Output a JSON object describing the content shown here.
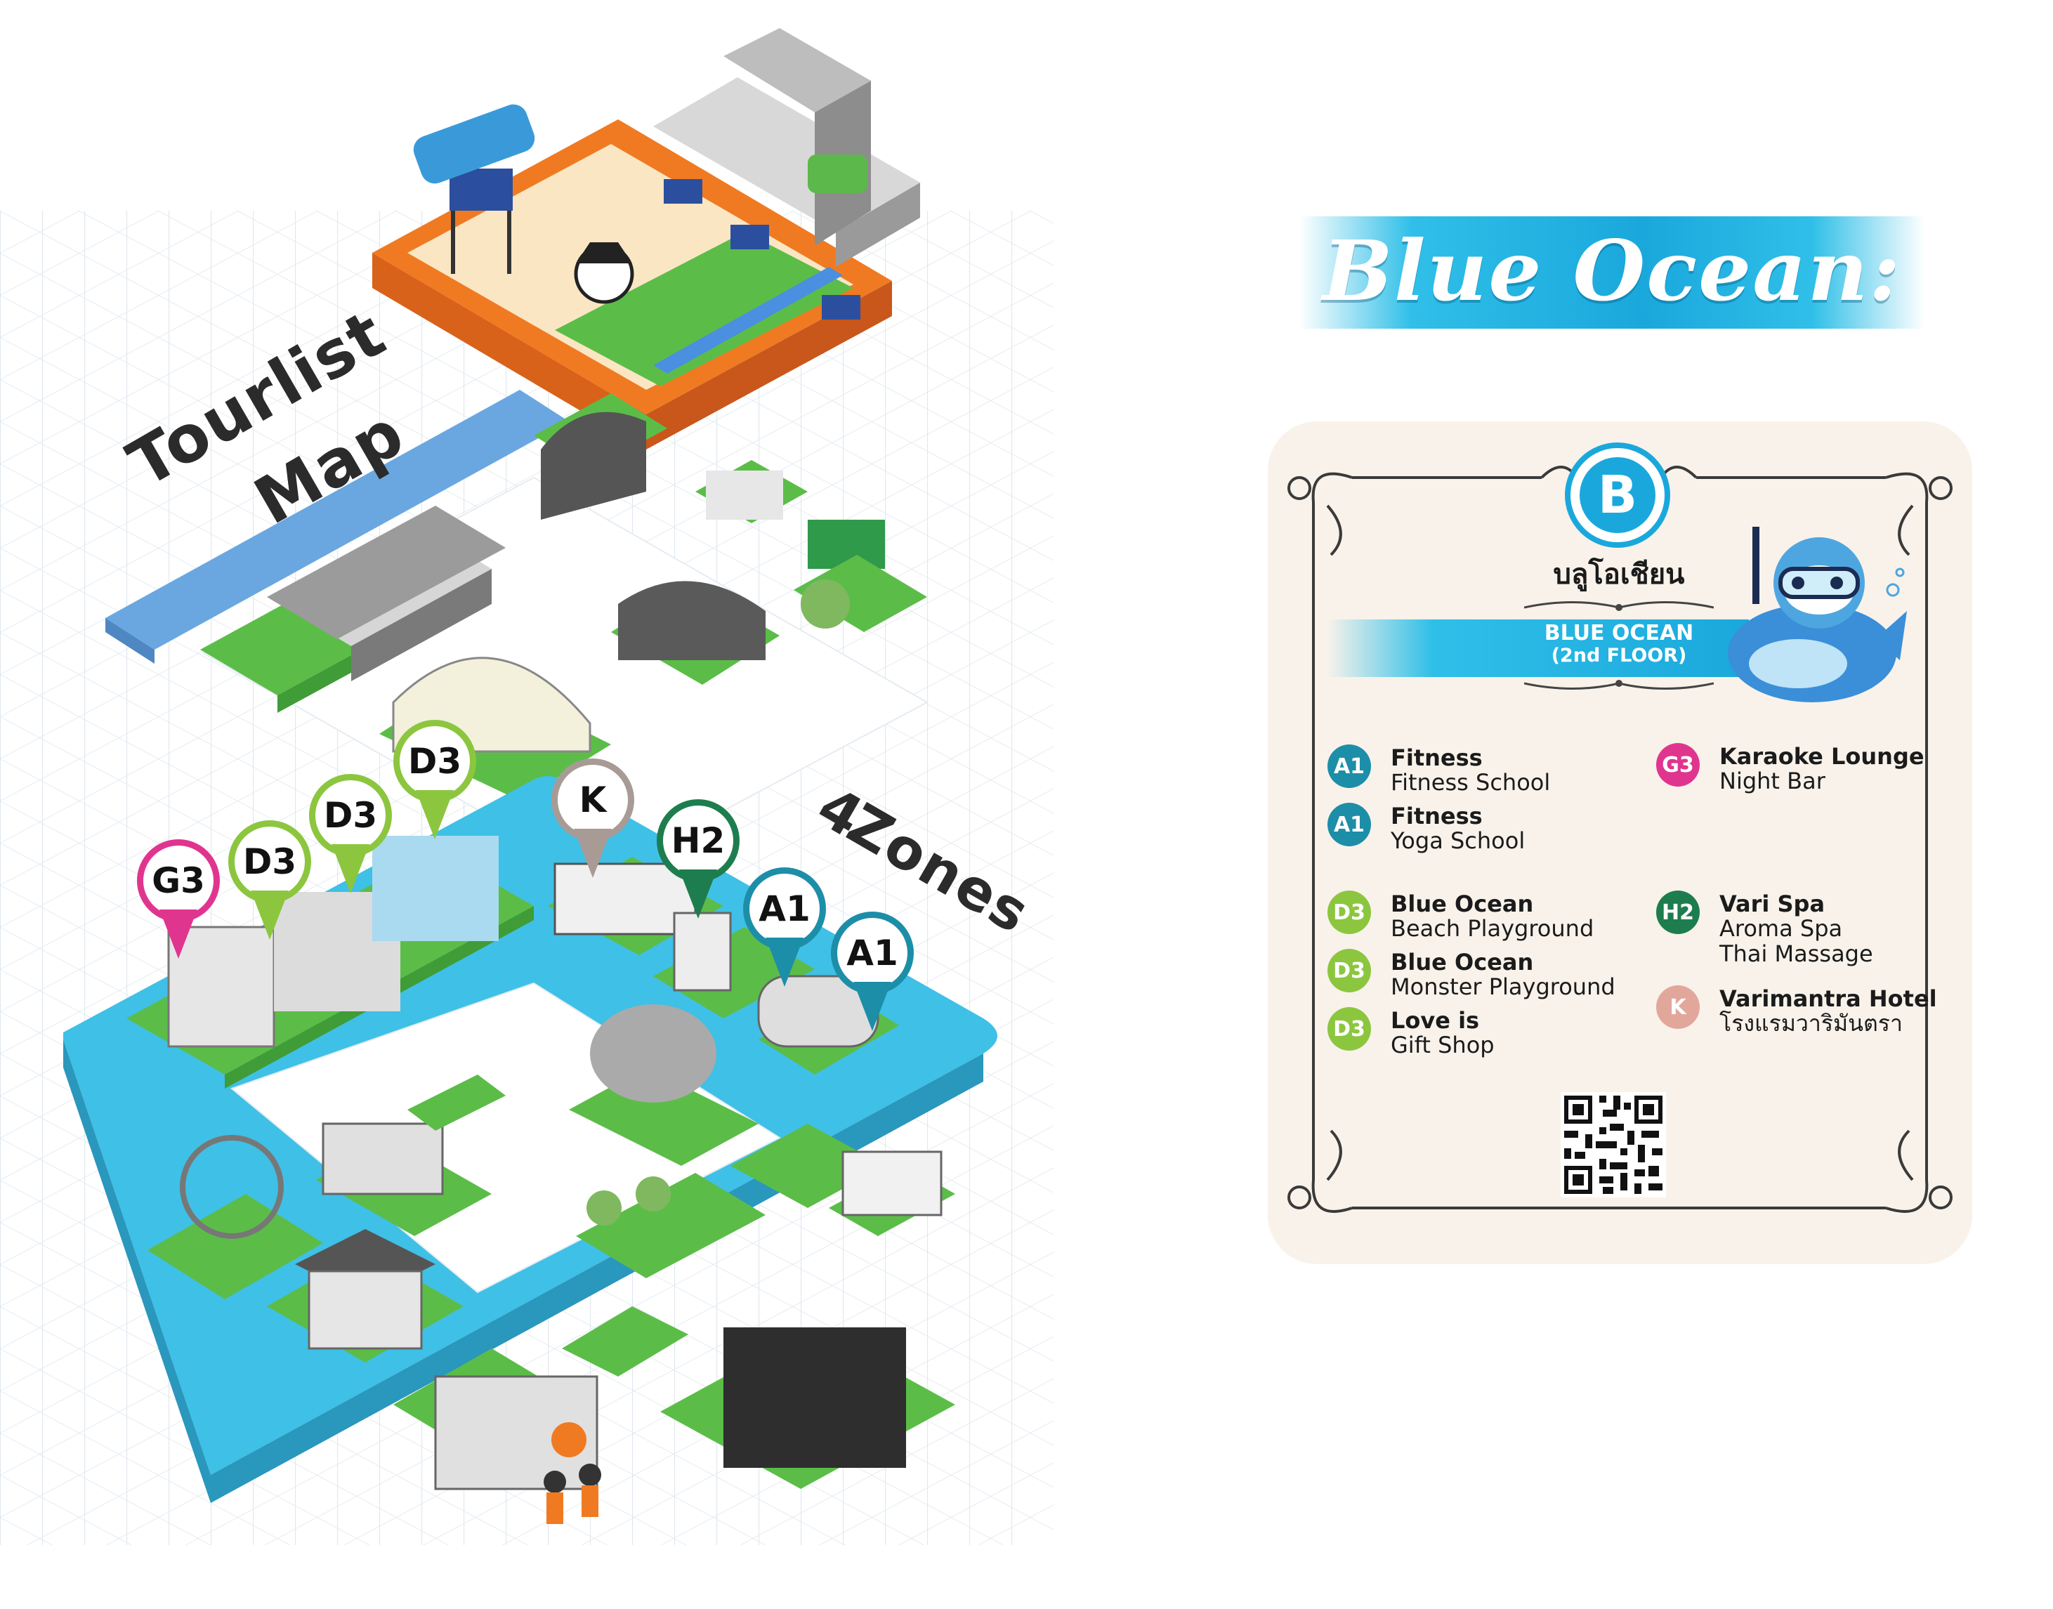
{
  "map": {
    "title_line1": "Tourlist",
    "title_line2": "Map",
    "zones_line1": "4",
    "zones_line2": "Zones",
    "pins": [
      {
        "label": "G3",
        "color": "#e0358f"
      },
      {
        "label": "D3",
        "color": "#8cc63f"
      },
      {
        "label": "D3",
        "color": "#8cc63f"
      },
      {
        "label": "D3",
        "color": "#8cc63f"
      },
      {
        "label": "K",
        "color": "#a89b95"
      },
      {
        "label": "H2",
        "color": "#1e7d4e"
      },
      {
        "label": "A1",
        "color": "#1d8ea8"
      },
      {
        "label": "A1",
        "color": "#1d8ea8"
      }
    ],
    "colors": {
      "zone_blue": "#3fc0e6",
      "river_blue": "#6aa7e0",
      "grass": "#5bbd48",
      "orange": "#f07a22",
      "sand": "#fbe6c4"
    }
  },
  "legend": {
    "title": "Blue Ocean:",
    "badge": "B",
    "thai_name": "บลูโอเชียน",
    "floor_line1": "BLUE OCEAN",
    "floor_line2": "(2nd FLOOR)",
    "entries": [
      {
        "code": "A1",
        "color": "#1d8ea8",
        "name": "Fitness",
        "sub": [
          "Fitness School"
        ]
      },
      {
        "code": "A1",
        "color": "#1d8ea8",
        "name": "Fitness",
        "sub": [
          "Yoga School"
        ]
      },
      {
        "code": "D3",
        "color": "#8cc63f",
        "name": "Blue Ocean",
        "sub": [
          "Beach Playground"
        ]
      },
      {
        "code": "D3",
        "color": "#8cc63f",
        "name": "Blue Ocean",
        "sub": [
          "Monster Playground"
        ]
      },
      {
        "code": "D3",
        "color": "#8cc63f",
        "name": "Love is",
        "sub": [
          "Gift Shop"
        ]
      },
      {
        "code": "G3",
        "color": "#e0358f",
        "name": "Karaoke Lounge",
        "sub": [
          "Night Bar"
        ]
      },
      {
        "code": "H2",
        "color": "#1e7d4e",
        "name": "Vari Spa",
        "sub": [
          "Aroma Spa",
          "Thai Massage"
        ]
      },
      {
        "code": "K",
        "color": "#e2a79b",
        "name": "Varimantra Hotel",
        "sub": [
          "โรงแรมวาริมันตรา"
        ]
      }
    ],
    "qr_icon": "qr-code-icon",
    "mascot_icon": "diver-on-dolphin-mascot"
  }
}
